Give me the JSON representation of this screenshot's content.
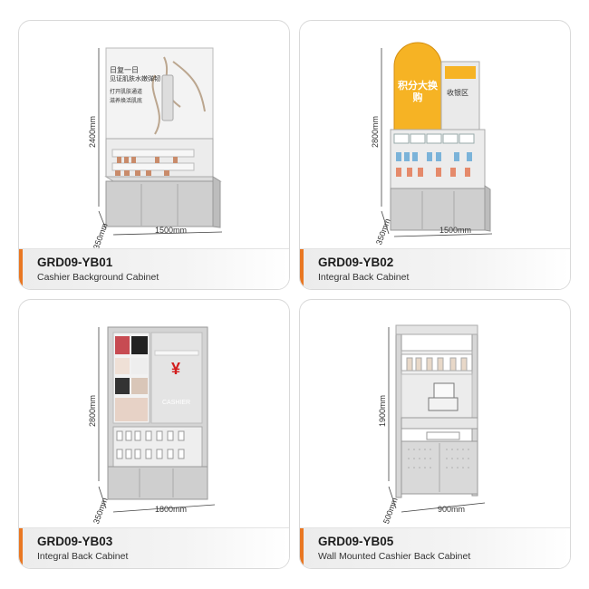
{
  "accent_color": "#e97722",
  "cards": [
    {
      "code": "GRD09-YB01",
      "name": "Cashier Background Cabinet",
      "height_label": "2400mm",
      "depth_label": "350mm",
      "width_label": "1500mm",
      "poster_line1": "日复一日",
      "poster_line2": "见证肌肤水嫩弹韧",
      "poster_line3": "打开肌肤通道",
      "poster_line4": "滋养焕活肌底"
    },
    {
      "code": "GRD09-YB02",
      "name": "Integral Back Cabinet",
      "height_label": "2800mm",
      "depth_label": "350mm",
      "width_label": "1500mm",
      "sign_text": "积分大换购",
      "side_sign_text": "收银区"
    },
    {
      "code": "GRD09-YB03",
      "name": "Integral Back Cabinet",
      "height_label": "2800mm",
      "depth_label": "350mm",
      "width_label": "1800mm",
      "currency_symbol": "¥",
      "cashier_text": "CASHIER"
    },
    {
      "code": "GRD09-YB05",
      "name": "Wall Mounted Cashier Back Cabinet",
      "height_label": "1900mm",
      "depth_label": "500mm",
      "width_label": "900mm"
    }
  ]
}
